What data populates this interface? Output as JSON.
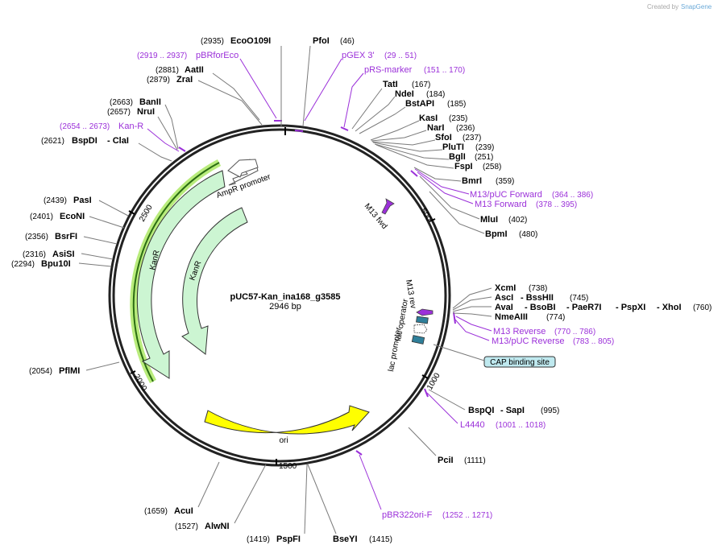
{
  "header": {
    "credit_prefix": "Created by",
    "credit_brand": "SnapGene"
  },
  "plasmid": {
    "name": "pUC57-Kan_ina168_g3585",
    "length_label": "2946 bp"
  },
  "ticks": [
    "500",
    "1000",
    "1500",
    "2000",
    "2500"
  ],
  "features": {
    "ampr_promoter": "AmpR promoter",
    "kanr_outer": "KanR",
    "kanr_inner": "KanR",
    "ori": "ori",
    "m13_fwd": "M13 fwd",
    "m13_rev": "M13 rev",
    "lac_operator": "lac operator",
    "lac_promoter": "lac promoter",
    "cap_site": "CAP binding site"
  },
  "sites": {
    "ecoo109i": {
      "name": "EcoO109I",
      "pos": "(2935)"
    },
    "pfoi": {
      "name": "PfoI",
      "pos": "(46)"
    },
    "aatii": {
      "name": "AatII",
      "pos": "(2881)"
    },
    "zrai": {
      "name": "ZraI",
      "pos": "(2879)"
    },
    "tati": {
      "name": "TatI",
      "pos": "(167)"
    },
    "ndei": {
      "name": "NdeI",
      "pos": "(184)"
    },
    "bstapi": {
      "name": "BstAPI",
      "pos": "(185)"
    },
    "banii": {
      "name": "BanII",
      "pos": "(2663)"
    },
    "nrui": {
      "name": "NruI",
      "pos": "(2657)"
    },
    "kasi": {
      "name": "KasI",
      "pos": "(235)"
    },
    "nari": {
      "name": "NarI",
      "pos": "(236)"
    },
    "sfoi": {
      "name": "SfoI",
      "pos": "(237)"
    },
    "plutI": {
      "name": "PluTI",
      "pos": "(239)"
    },
    "bgli": {
      "name": "BglI",
      "pos": "(251)"
    },
    "fspi": {
      "name": "FspI",
      "pos": "(258)"
    },
    "bspdi": {
      "name": "BspDI",
      "pos": "(2621)"
    },
    "clai": {
      "name": "- ClaI",
      "pos": ""
    },
    "bmri": {
      "name": "BmrI",
      "pos": "(359)"
    },
    "pasi": {
      "name": "PasI",
      "pos": "(2439)"
    },
    "econi": {
      "name": "EcoNI",
      "pos": "(2401)"
    },
    "mlui": {
      "name": "MluI",
      "pos": "(402)"
    },
    "bpmi": {
      "name": "BpmI",
      "pos": "(480)"
    },
    "bsrfi": {
      "name": "BsrFI",
      "pos": "(2356)"
    },
    "asisi": {
      "name": "AsiSI",
      "pos": "(2316)"
    },
    "bpu10i": {
      "name": "Bpu10I",
      "pos": "(2294)"
    },
    "xcmi": {
      "name": "XcmI",
      "pos": "(738)"
    },
    "asci": {
      "name": "AscI",
      "pos": ""
    },
    "bsshii": {
      "name": "- BssHII",
      "pos": "(745)"
    },
    "avai": {
      "name": "AvaI",
      "pos": ""
    },
    "bsobi": {
      "name": "- BsoBI",
      "pos": ""
    },
    "paer7i": {
      "name": "- PaeR7I",
      "pos": ""
    },
    "pspxi": {
      "name": "- PspXI",
      "pos": ""
    },
    "xhoi": {
      "name": "- XhoI",
      "pos": "(760)"
    },
    "nmeaiii": {
      "name": "NmeAIII",
      "pos": "(774)"
    },
    "pflmi": {
      "name": "PflMI",
      "pos": "(2054)"
    },
    "bspqi": {
      "name": "BspQI",
      "pos": ""
    },
    "sapi": {
      "name": "- SapI",
      "pos": "(995)"
    },
    "pcii": {
      "name": "PciI",
      "pos": "(1111)"
    },
    "acui": {
      "name": "AcuI",
      "pos": "(1659)"
    },
    "alwni": {
      "name": "AlwNI",
      "pos": "(1527)"
    },
    "pspfi": {
      "name": "PspFI",
      "pos": "(1419)"
    },
    "bseyi": {
      "name": "BseYI",
      "pos": "(1415)"
    }
  },
  "primers": {
    "pbrforeco": {
      "name": "pBRforEco",
      "pos": "(2919 .. 2937)"
    },
    "pgex3": {
      "name": "pGEX 3'",
      "pos": "(29 .. 51)"
    },
    "prsmarker": {
      "name": "pRS-marker",
      "pos": "(151 .. 170)"
    },
    "kanr": {
      "name": "Kan-R",
      "pos": "(2654 .. 2673)"
    },
    "m13puc_fwd": {
      "name": "M13/pUC Forward",
      "pos": "(364 .. 386)"
    },
    "m13_forward": {
      "name": "M13 Forward",
      "pos": "(378 .. 395)"
    },
    "m13_reverse": {
      "name": "M13 Reverse",
      "pos": "(770 .. 786)"
    },
    "m13puc_rev": {
      "name": "M13/pUC Reverse",
      "pos": "(783 .. 805)"
    },
    "l4440": {
      "name": "L4440",
      "pos": "(1001 .. 1018)"
    },
    "pbr322ori": {
      "name": "pBR322ori-F",
      "pos": "(1252 .. 1271)"
    }
  },
  "colors": {
    "kanr_fill": "#ccf5d2",
    "ori_fill": "#ffff00",
    "primer": "#9b30d9",
    "cap_fill": "#bfe9ef",
    "lac_fill": "#2f7f9a"
  }
}
